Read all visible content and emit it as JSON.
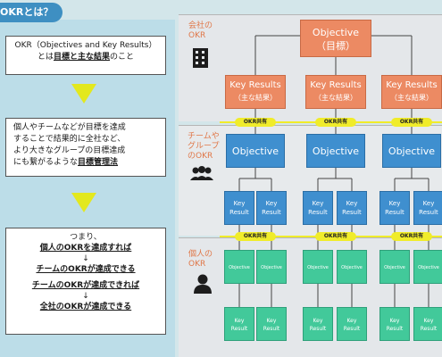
{
  "left": {
    "title": "OKRとは？",
    "box1": {
      "line1": "OKR（Objectives and Key Results）",
      "prefix": "とは",
      "emph": "目標と主な結果",
      "suffix": "のこと"
    },
    "box2": {
      "lines": [
        "個人やチームなどが目標を達成",
        "することで結果的に全社など、",
        "より大きなグループの目標達成"
      ],
      "last_prefix": "にも繋がるような",
      "last_emph": "目標管理法"
    },
    "box3": {
      "intro": "つまり、",
      "l1": "個人のOKRを達成すれば",
      "arrow1": "↓",
      "l2": "チームのOKRが達成できる",
      "l3": "チームのOKRが達成できれば",
      "arrow2": "↓",
      "l4": "全社のOKRが達成できる"
    }
  },
  "diagram": {
    "company_label": [
      "会社の",
      "OKR"
    ],
    "team_label": [
      "チームや",
      "グループ",
      "のOKR"
    ],
    "personal_label": [
      "個人の",
      "OKR"
    ],
    "company_objective": [
      "Objective",
      "（目標）"
    ],
    "key_results": [
      {
        "title": "Key Results",
        "sub": "（主な結果）"
      },
      {
        "title": "Key Results",
        "sub": "（主な結果）"
      },
      {
        "title": "Key Results",
        "sub": "（主な結果）"
      }
    ],
    "share_label": "OKR共有",
    "team_objective": "Objective",
    "key_result_small": [
      "Key",
      "Result"
    ],
    "personal_objective": "Objective"
  },
  "colors": {
    "company": "#ec8a63",
    "team": "#3f8fcf",
    "personal": "#42c99a",
    "share": "#f0ec2a",
    "accent": "#3e8fc2"
  }
}
